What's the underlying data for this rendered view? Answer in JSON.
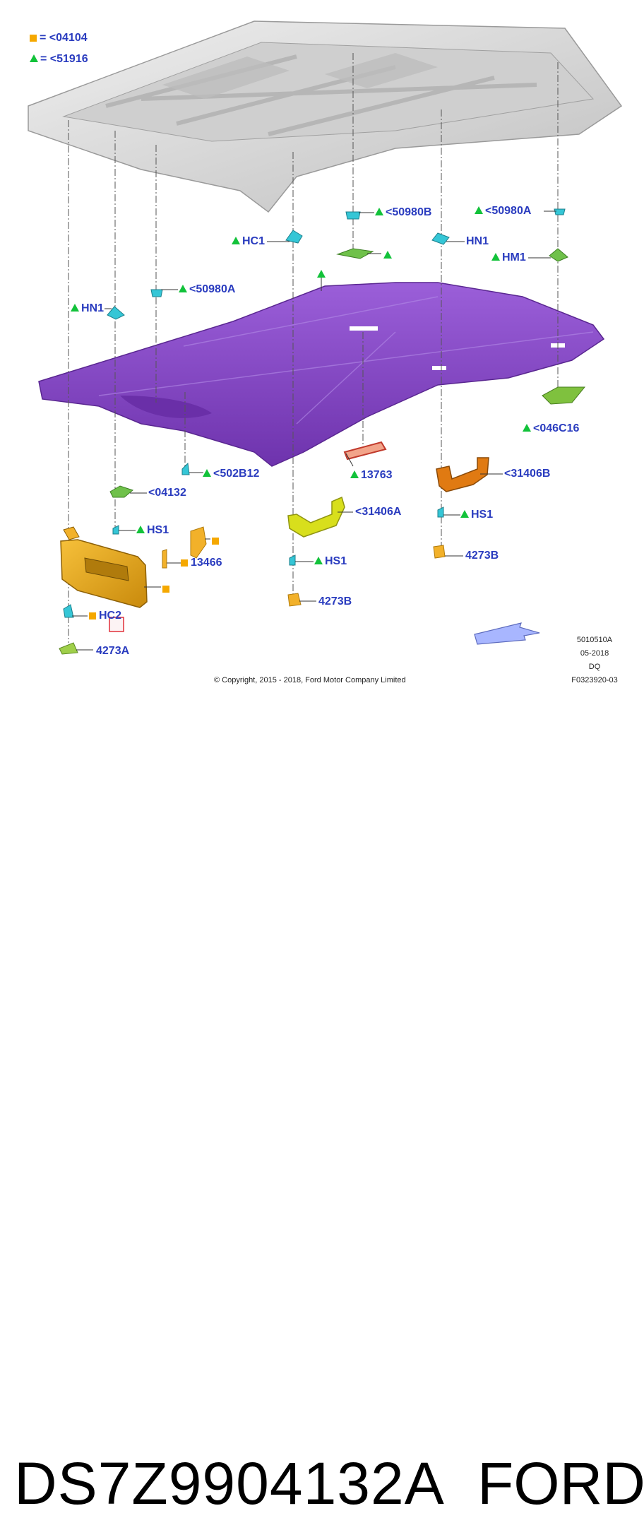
{
  "legend": [
    {
      "symbol": "square",
      "text": "= <04104"
    },
    {
      "symbol": "triangle",
      "text": "= <51916"
    }
  ],
  "labels": {
    "l_50980b": "<50980B",
    "l_50980a_right": "<50980A",
    "l_hc1": "HC1",
    "l_hn1_right": "HN1",
    "l_hm1": "HM1",
    "l_50980a_left": "<50980A",
    "l_hn1_left": "HN1",
    "l_046c16": "<046C16",
    "l_502b12": "<502B12",
    "l_13763": "13763",
    "l_31406b": "<31406B",
    "l_04132": "<04132",
    "l_31406a": "<31406A",
    "l_hs1_a": "HS1",
    "l_hs1_b": "HS1",
    "l_hs1_c": "HS1",
    "l_13466": "13466",
    "l_4273b_right": "4273B",
    "l_4273b_center": "4273B",
    "l_hc2": "HC2",
    "l_4273a": "4273A"
  },
  "copyright": "© Copyright, 2015 - 2018, Ford Motor Company Limited",
  "meta": [
    "5010510A",
    "05-2018",
    "DQ",
    "F0323920-03"
  ],
  "part_number": "DS7Z9904132A",
  "brand": "FORD",
  "colors": {
    "label_blue": "#2a3cbf",
    "legend_square": "#f5a800",
    "legend_triangle": "#12c23a",
    "headliner_purple": "#8a4fc9",
    "roof_gray": "#d9d9d9",
    "visor_orange": "#e8a21a",
    "handle_yellow": "#d8df1c",
    "handle_orange": "#e07a12",
    "clip_cyan": "#35c6d6",
    "clip_green": "#6fc14a",
    "arrow_blue": "#a8b6ff",
    "highlight_red": "#e0303a"
  }
}
